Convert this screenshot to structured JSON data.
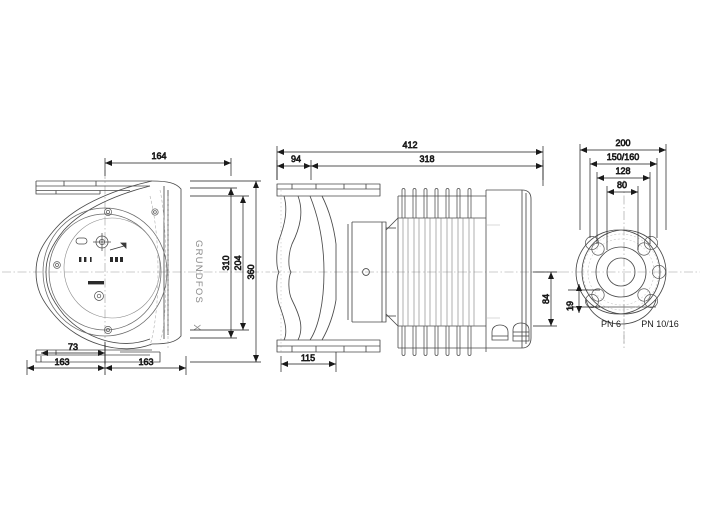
{
  "drawing": {
    "type": "technical-dimension-drawing",
    "subject": "Grundfos circulator pump — three orthographic views",
    "background": "#ffffff",
    "line_color": "#4a4a4a",
    "dim_color": "#1a1a1a",
    "brand_text": "GRUNDFOS",
    "brand_mark": "X"
  },
  "views": {
    "left": {
      "name": "front-view",
      "dimensions": {
        "top_width": "164",
        "height_inner": "310",
        "height_mid": "204",
        "height_total": "360",
        "base_left": "73",
        "base_dim_1": "163",
        "base_dim_2": "163"
      }
    },
    "middle": {
      "name": "side-view",
      "dimensions": {
        "overall_length": "412",
        "body_length": "318",
        "flange_offset": "94",
        "base_width": "115",
        "shaft_height": "84"
      }
    },
    "right": {
      "name": "flange-view",
      "dimensions": {
        "outer": "200",
        "bolt_circle": "150/160",
        "mid": "128",
        "bore": "80",
        "foot_offset": "19"
      },
      "labels": {
        "pn_low": "PN 6",
        "pn_high": "PN 10/16"
      }
    }
  },
  "colors": {
    "outline": "#4a4a4a",
    "thin": "#8c8c8c",
    "center": "#9a9a9a",
    "text": "#1a1a1a"
  }
}
